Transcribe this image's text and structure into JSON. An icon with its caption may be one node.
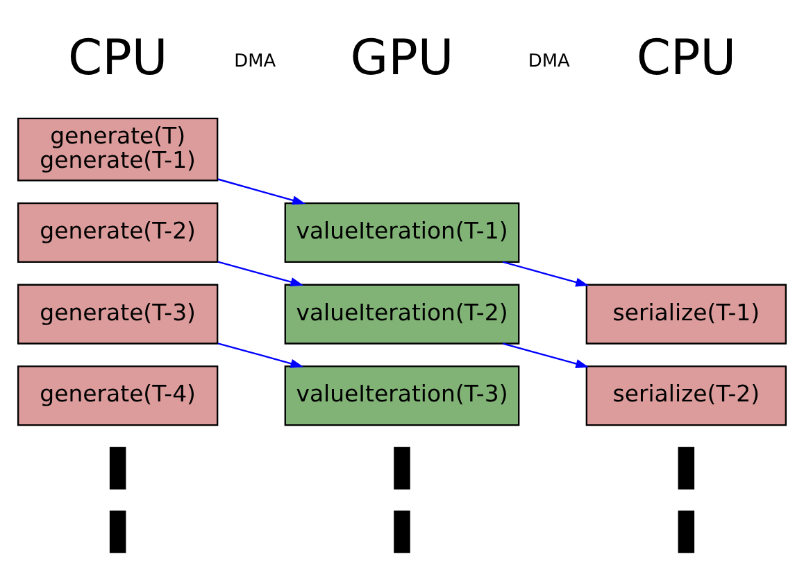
{
  "diagram": {
    "nodes": [
      {
        "text": [
          "generate(T)",
          "generate(T-1)"
        ]
      },
      {
        "text": [
          "generate(T-2)"
        ]
      },
      {
        "text": [
          "generate(T-3)"
        ]
      },
      {
        "text": [
          "generate(T-4)"
        ]
      },
      {
        "text": [
          "valueIteration(T-1)"
        ]
      },
      {
        "text": [
          "valueIteration(T-2)"
        ]
      },
      {
        "text": [
          "valueIteration(T-3)"
        ]
      },
      {
        "text": [
          "serialize(T-1)"
        ]
      },
      {
        "text": [
          "serialize(T-2)"
        ]
      },
      {
        "text": [],
        "shape": "bar"
      },
      {
        "text": [],
        "shape": "bar"
      },
      {
        "text": [],
        "shape": "bar"
      },
      {
        "text": [],
        "shape": "bar"
      },
      {
        "text": [],
        "shape": "bar"
      },
      {
        "text": [],
        "shape": "bar"
      }
    ],
    "edges": [
      {
        "from": 0,
        "to": 4,
        "arrow": "to"
      },
      {
        "from": 1,
        "to": 5,
        "arrow": "to"
      },
      {
        "from": 2,
        "to": 6,
        "arrow": "to"
      },
      {
        "from": 4,
        "to": 7,
        "arrow": "to"
      },
      {
        "from": 5,
        "to": 8,
        "arrow": "to"
      }
    ],
    "labels": [
      "CPU",
      "DMA",
      "GPU",
      "DMA",
      "CPU"
    ]
  }
}
